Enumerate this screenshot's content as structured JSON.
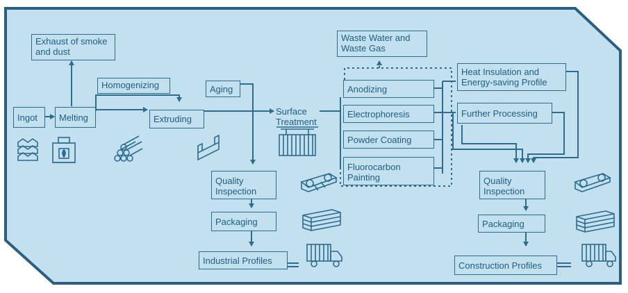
{
  "diagram": {
    "nodes": {
      "exhaust": "Exhaust of smoke and dust",
      "ingot": "Ingot",
      "melting": "Melting",
      "homogenizing": "Homogenizing",
      "extruding": "Extruding",
      "aging": "Aging",
      "surface_treatment": "Surface Treatment",
      "waste": "Waste Water and Waste Gas",
      "anodizing": "Anodizing",
      "electrophoresis": "Electrophoresis",
      "powder_coating": "Powder Coating",
      "fluorocarbon": "Fluorocarbon Painting",
      "heat_insulation": "Heat Insulation and Energy-saving Profile",
      "further_processing": "Further Processing",
      "qi_left": "Quality Inspection",
      "packaging_left": "Packaging",
      "industrial_profiles": "Industrial Profiles",
      "qi_right": "Quality Inspection",
      "packaging_right": "Packaging",
      "construction_profiles": "Construction Profiles"
    },
    "icons": [
      "ingot-stack-icon",
      "furnace-icon",
      "billet-logs-icon",
      "aluminum-profile-icon",
      "treatment-tank-icon",
      "inspection-machine-icon",
      "packaged-profiles-icon",
      "truck-icon"
    ],
    "colors": {
      "background": "#c3e0ef",
      "border": "#2d6b8f",
      "text": "#1f5e82",
      "line": "#2d6b8f"
    }
  }
}
